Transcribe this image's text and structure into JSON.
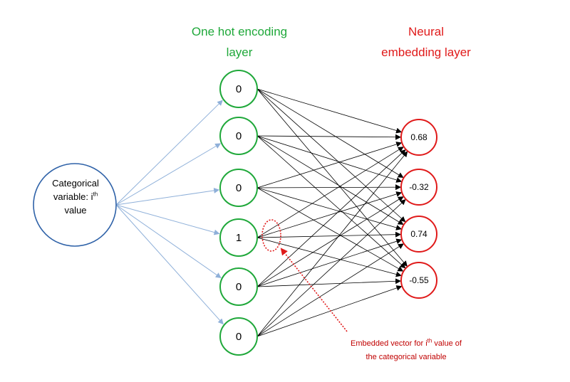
{
  "titles": {
    "one_hot": [
      "One hot encoding",
      "layer"
    ],
    "embedding": [
      "Neural",
      "embedding layer"
    ]
  },
  "source": {
    "line1": "Categorical",
    "line2_prefix": "variable: i",
    "line2_sup": "th",
    "line3": "value"
  },
  "one_hot_values": [
    "0",
    "0",
    "0",
    "1",
    "0",
    "0"
  ],
  "embedding_values": [
    "0.68",
    "-0.32",
    "0.74",
    "-0.55"
  ],
  "annotation": {
    "line1_prefix": "Embedded vector for i",
    "line1_sup": "th",
    "line1_suffix": " value of",
    "line2": "the categorical variable"
  },
  "colors": {
    "green": "#1fa83a",
    "red": "#e01a1a",
    "blue": "#2f62a8",
    "arrow_blue": "#8fb0d9",
    "black": "#000000"
  }
}
